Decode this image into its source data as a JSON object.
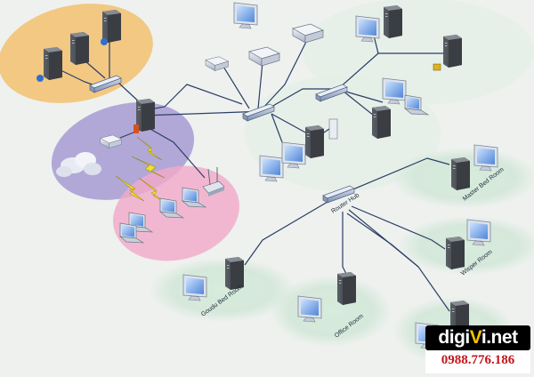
{
  "labels": {
    "router": "Router Hub",
    "master_bed_room": "Master Bed Room",
    "wisper_room": "Wisper Room",
    "office_room": "Office Room",
    "goudu_bed_room": "Goudu Bed Room"
  },
  "logo": {
    "brand_before": "digi",
    "brand_highlight": "V",
    "brand_after": "i.net",
    "phone": "0988.776.186",
    "colors": {
      "box": "#000000",
      "text": "#ffffff",
      "accent": "#f2c200",
      "phone": "#c4161c"
    }
  },
  "colors": {
    "server_zone": "#f2c16e",
    "wireless_zone": "#9d8fd0",
    "wifi_zone": "#f2a9c8",
    "room_zone": "#cfe6d6",
    "cable": "#2b3e66",
    "lightning": "#f2e11d"
  }
}
